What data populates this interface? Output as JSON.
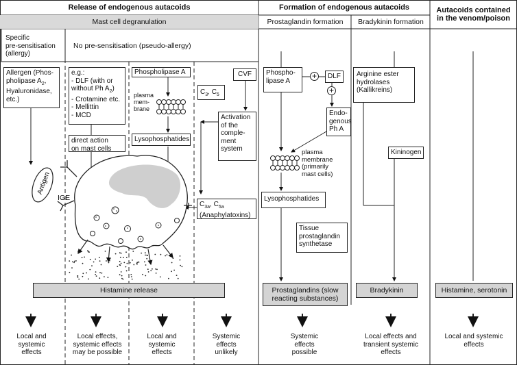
{
  "headers": {
    "release": "Release of endogenous autacoids",
    "formation": "Formation of endogenous autacoids",
    "contained": "Autacoids contained\nin the venom/poison"
  },
  "subheaders": {
    "mast": "Mast cell degranulation",
    "prostaglandin": "Prostaglandin formation",
    "bradykinin": "Bradykinin formation"
  },
  "release": {
    "specific": "Specific\npre-sensitisation\n(allergy)",
    "no_presens": "No pre-sensitisation (pseudo-allergy)",
    "allergen": "Allergen (Phos-\npholipase A2,\nHyaluronidase,\netc.)",
    "eg_list": "e.g.:\n- DLF (with or\n  without Ph A2)\n- Crotamine etc.\n- Mellittin\n- MCD",
    "direct": "direct action\non mast cells",
    "phospholipase_a": "Phospholipase A",
    "plasma_membrane": "plasma\nmem-\nbrane",
    "lysophosphatides": "Lysophosphatides",
    "c3c5": "C3, C5",
    "cvf": "CVF",
    "activation": "Activation\nof the\ncomple-\nment\nsystem",
    "anaphylatoxins": "C3a, C5a\n(Anaphylatoxins)",
    "antigen": "Antigen",
    "ige": "IGE",
    "histamine_release": "Histamine release"
  },
  "formation": {
    "phospholipase": "Phospho-\nlipase A",
    "dlf": "DLF",
    "plus": "+",
    "endogenous_pha": "Endo-\ngenous\nPh A",
    "plasma_membrane": "plasma\nmembrane\n(primarily\nmast cells)",
    "lysophosphatides": "Lysophosphatides",
    "tissue_synthetase": "Tissue\nprostaglandin\nsynthetase",
    "prostaglandins": "Prostaglandins (slow\nreacting substances)",
    "arginine": "Arginine ester\nhydrolases\n(Kallikreins)",
    "kininogen": "Kininogen",
    "bradykinin": "Bradykinin"
  },
  "contained": {
    "histamine_serotonin": "Histamine, serotonin"
  },
  "effects": [
    "Local and\nsystemic\neffects",
    "Local effects,\nsystemic effects\nmay be possible",
    "Local and\nsystemic\neffects",
    "Systemic\neffects\nunlikely",
    "Systemic\neffects\npossible",
    "Local effects and\ntransient systemic\neffects",
    "Local and systemic\neffects"
  ]
}
